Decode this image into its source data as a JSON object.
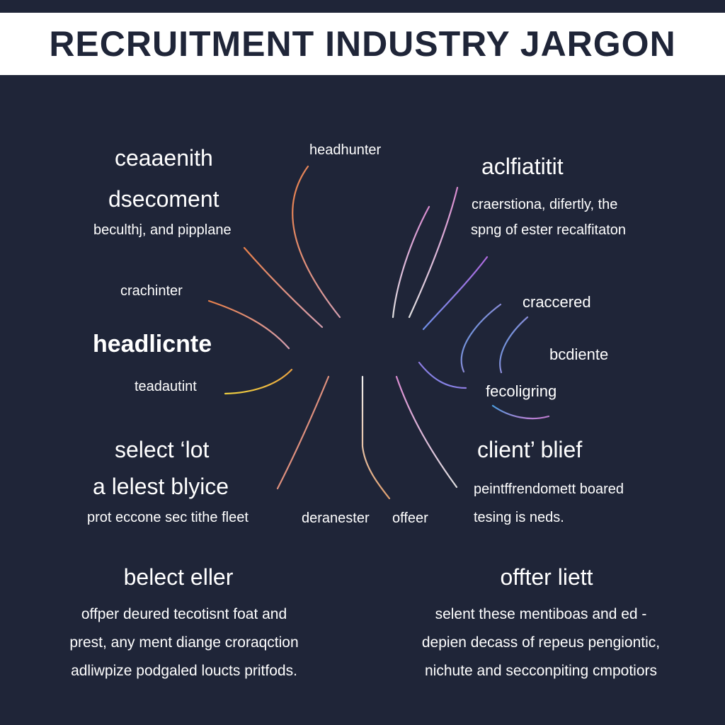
{
  "title": "RECRUITMENT INDUSTRY JARGON",
  "labels": {
    "ceaaenith": "ceaaenith",
    "dsecoment": "dsecoment",
    "beculthj": "beculthj,  and pipplane",
    "headhunter": "headhunter",
    "aclfiatitit": "aclfiatitit",
    "craerstiona": "craerstiona, difertly, the",
    "spng": "spng of ester recalfitaton",
    "crachinter": "crachinter",
    "headlicnte": "headlicnte",
    "teadautint": "teadautint",
    "craccered": "craccered",
    "bcdiente": "bcdiente",
    "fecoligring": "fecoligring",
    "select_lot": "select ‘lot",
    "lelest_blyice": "a lelest blyice",
    "prot_eccone": "prot eccone sec tithe fleet",
    "deranester": "deranester",
    "offeer": "offeer",
    "client_blief": "client’ blief",
    "peintff": "peintffrendomett boared",
    "tesing": "tesing is neds.",
    "belect_eller": "belect eller",
    "offter_liett": "offter liett"
  },
  "left_paragraph": [
    "offper deured tecotisnt foat and",
    "prest, any ment diange croraqction",
    "adliwpize podgaled loucts pritfods."
  ],
  "right_paragraph": [
    "selent these mentiboas and ed -",
    "depien decass of repeus pengiontic,",
    "nichute and secconpiting cmpotiors"
  ],
  "colors": {
    "background": "#1f2538",
    "title_bar": "#ffffff",
    "title_text": "#1f2538",
    "orange": "#e07a4a",
    "pink": "#c97fb8",
    "purple": "#a066d8",
    "blue": "#4a9ee0",
    "yellow": "#e8d040",
    "white": "#e8e8e8"
  }
}
